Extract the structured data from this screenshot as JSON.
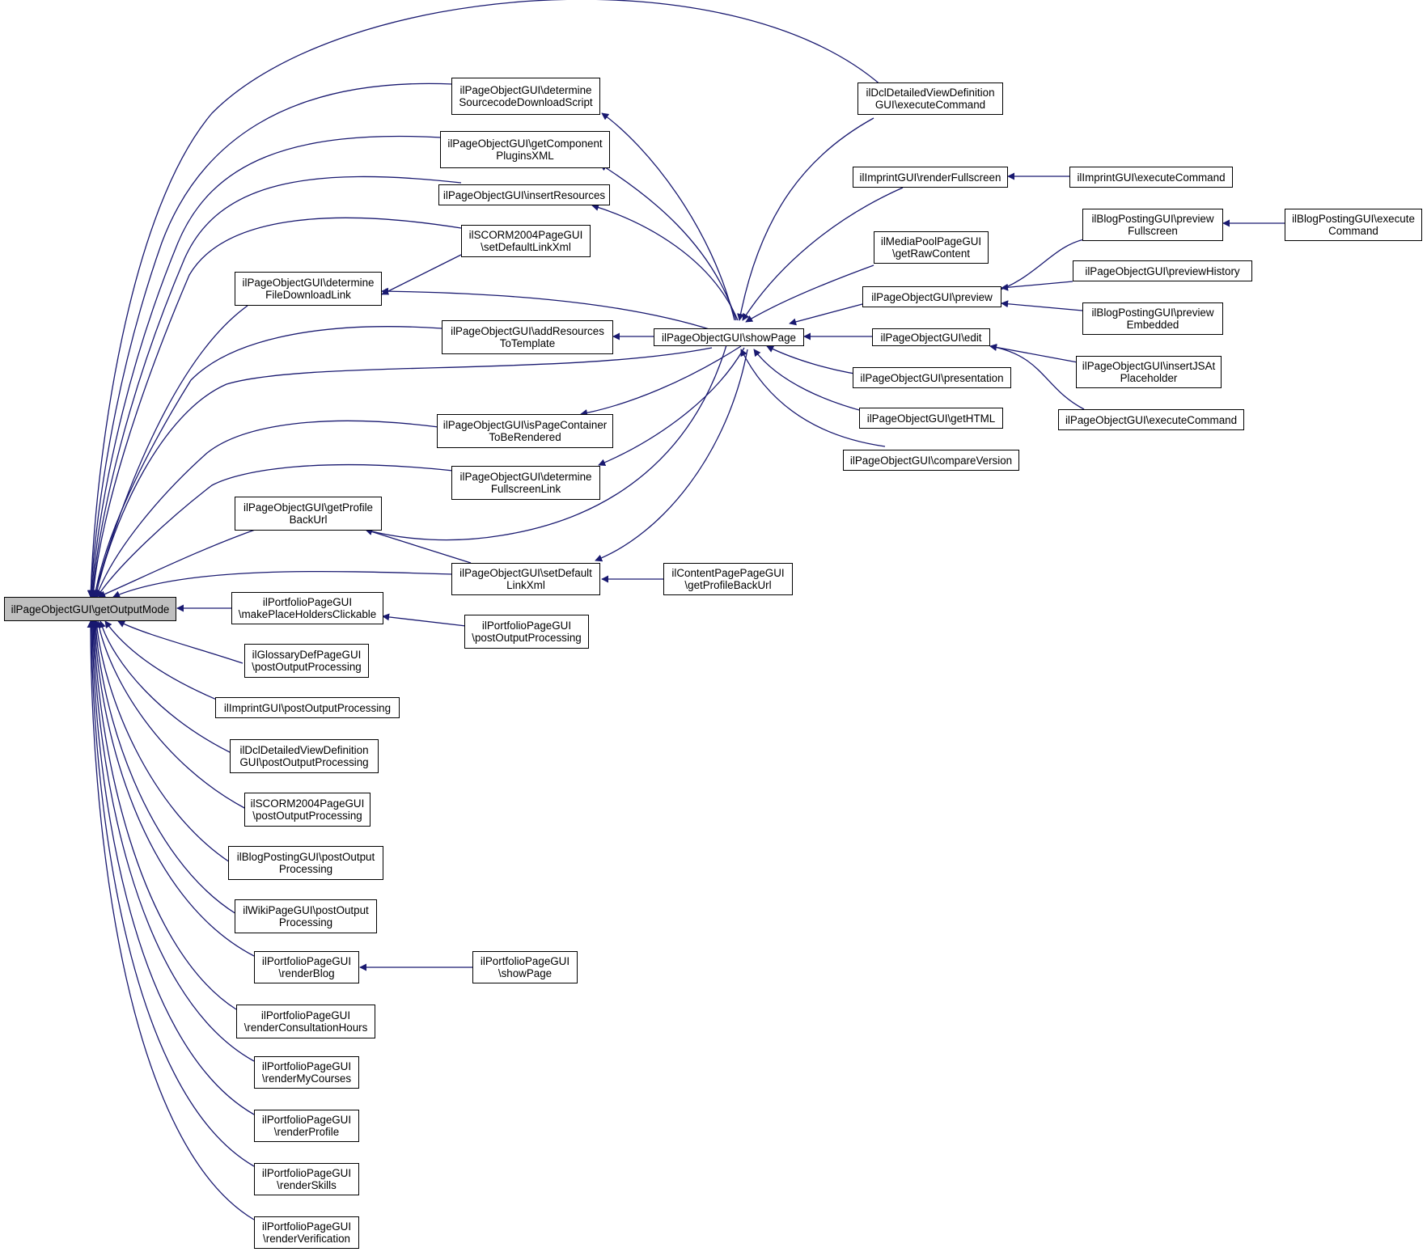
{
  "graph": {
    "colors": {
      "edge": "#191970",
      "node_border": "#000000",
      "root_fill": "#bfbfbf",
      "node_fill": "#ffffff"
    },
    "root": "ilPageObjectGUI\\getOutputMode",
    "nodes": {
      "getOutputMode": [
        "ilPageObjectGUI\\getOutputMode"
      ],
      "determineSourcecode": [
        "ilPageObjectGUI\\determine",
        "SourcecodeDownloadScript"
      ],
      "getComponentPlugins": [
        "ilPageObjectGUI\\getComponent",
        "PluginsXML"
      ],
      "insertResources": [
        "ilPageObjectGUI\\insertResources"
      ],
      "scormSetDefaultLink": [
        "ilSCORM2004PageGUI",
        "\\setDefaultLinkXml"
      ],
      "determineFileDownload": [
        "ilPageObjectGUI\\determine",
        "FileDownloadLink"
      ],
      "addResources": [
        "ilPageObjectGUI\\addResources",
        "ToTemplate"
      ],
      "isPageContainer": [
        "ilPageObjectGUI\\isPageContainer",
        "ToBeRendered"
      ],
      "determineFullscreen": [
        "ilPageObjectGUI\\determine",
        "FullscreenLink"
      ],
      "getProfileBackUrl": [
        "ilPageObjectGUI\\getProfile",
        "BackUrl"
      ],
      "setDefaultLinkXml": [
        "ilPageObjectGUI\\setDefault",
        "LinkXml"
      ],
      "portfolioMakePlace": [
        "ilPortfolioPageGUI",
        "\\makePlaceHoldersClickable"
      ],
      "portfolioPostOutput": [
        "ilPortfolioPageGUI",
        "\\postOutputProcessing"
      ],
      "glossaryPost": [
        "ilGlossaryDefPageGUI",
        "\\postOutputProcessing"
      ],
      "imprintPost": [
        "ilImprintGUI\\postOutputProcessing"
      ],
      "dclPost": [
        "ilDclDetailedViewDefinition",
        "GUI\\postOutputProcessing"
      ],
      "scormPost": [
        "ilSCORM2004PageGUI",
        "\\postOutputProcessing"
      ],
      "blogPost": [
        "ilBlogPostingGUI\\postOutput",
        "Processing"
      ],
      "wikiPost": [
        "ilWikiPageGUI\\postOutput",
        "Processing"
      ],
      "renderBlog": [
        "ilPortfolioPageGUI",
        "\\renderBlog"
      ],
      "portfolioShowPage": [
        "ilPortfolioPageGUI",
        "\\showPage"
      ],
      "renderConsultation": [
        "ilPortfolioPageGUI",
        "\\renderConsultationHours"
      ],
      "renderMyCourses": [
        "ilPortfolioPageGUI",
        "\\renderMyCourses"
      ],
      "renderProfile": [
        "ilPortfolioPageGUI",
        "\\renderProfile"
      ],
      "renderSkills": [
        "ilPortfolioPageGUI",
        "\\renderSkills"
      ],
      "renderVerification": [
        "ilPortfolioPageGUI",
        "\\renderVerification"
      ],
      "showPage": [
        "ilPageObjectGUI\\showPage"
      ],
      "contentPageGetProfile": [
        "ilContentPagePageGUI",
        "\\getProfileBackUrl"
      ],
      "dclExecute": [
        "ilDclDetailedViewDefinition",
        "GUI\\executeCommand"
      ],
      "imprintRenderFullscreen": [
        "ilImprintGUI\\renderFullscreen"
      ],
      "imprintExecute": [
        "ilImprintGUI\\executeCommand"
      ],
      "mediaPoolRaw": [
        "ilMediaPoolPageGUI",
        "\\getRawContent"
      ],
      "preview": [
        "ilPageObjectGUI\\preview"
      ],
      "edit": [
        "ilPageObjectGUI\\edit"
      ],
      "presentation": [
        "ilPageObjectGUI\\presentation"
      ],
      "getHTML": [
        "ilPageObjectGUI\\getHTML"
      ],
      "compareVersion": [
        "ilPageObjectGUI\\compareVersion"
      ],
      "blogPreviewFullscreen": [
        "ilBlogPostingGUI\\preview",
        "Fullscreen"
      ],
      "blogExecute": [
        "ilBlogPostingGUI\\execute",
        "Command"
      ],
      "previewHistory": [
        "ilPageObjectGUI\\previewHistory"
      ],
      "blogPreviewEmbedded": [
        "ilBlogPostingGUI\\preview",
        "Embedded"
      ],
      "insertJSAt": [
        "ilPageObjectGUI\\insertJSAt",
        "Placeholder"
      ],
      "pageExecute": [
        "ilPageObjectGUI\\executeCommand"
      ]
    }
  }
}
